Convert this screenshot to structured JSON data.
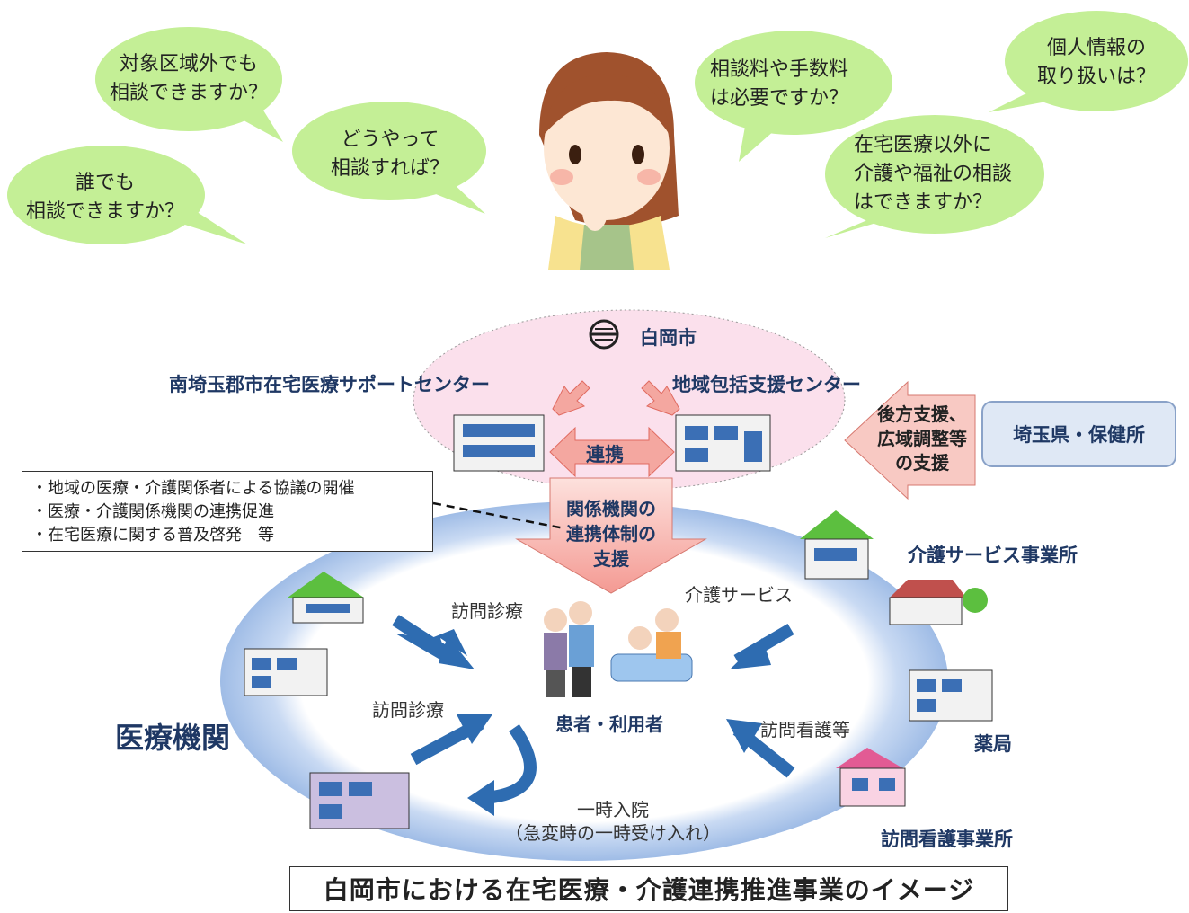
{
  "questions": {
    "q1": [
      "対象区域外でも",
      "相談できますか？"
    ],
    "q2": [
      "どうやって",
      "相談すれば？"
    ],
    "q3": [
      "誰でも",
      "相談できますか？"
    ],
    "q4": [
      "相談料や手数料",
      "は必要ですか？"
    ],
    "q5": [
      "個人情報の",
      "取り扱いは？"
    ],
    "q6": [
      "在宅医療以外に",
      "介護や福祉の相談",
      "はできますか？"
    ]
  },
  "city": {
    "name": "白岡市"
  },
  "centers": {
    "left": "南埼玉郡市在宅医療サポートセンター",
    "right": "地域包括支援センター",
    "link": "連携"
  },
  "support": {
    "lines": [
      "関係機関の",
      "連携体制の",
      "支援"
    ]
  },
  "backup": {
    "lines": [
      "後方支援、",
      "広域調整等",
      "の支援"
    ]
  },
  "prefecture": "埼玉県・保健所",
  "bullets": [
    "・地域の医療・介護関係者による協議の開催",
    "・医療・介護関係機関の連携促進",
    "・在宅医療に関する普及啓発　等"
  ],
  "labels": {
    "medical": "医療機関",
    "visit_medical_1": "訪問診療",
    "visit_medical_2": "訪問診療",
    "care_service": "介護サービス",
    "visit_nursing": "訪問看護等",
    "patients": "患者・利用者",
    "temp_admission": [
      "一時入院",
      "（急変時の一時受け入れ）"
    ],
    "care_office": "介護サービス事業所",
    "pharmacy": "薬局",
    "nursing_office": "訪問看護事業所"
  },
  "caption": "白岡市における在宅医療・介護連携推進事業のイメージ",
  "colors": {
    "bubble": "#c4ef96",
    "oval_pink": "#fbe0ec",
    "ring_blue": "#b9cfee",
    "arrow_blue": "#2e6cb1",
    "arrow_pink": "#f4a7a0",
    "navy": "#1f3864"
  }
}
